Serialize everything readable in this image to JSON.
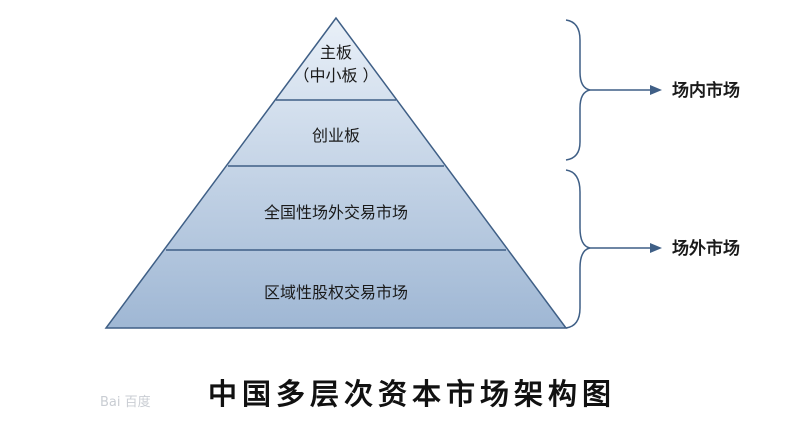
{
  "pyramid": {
    "tiers": [
      {
        "line1": "主板",
        "line2": "（中小板 ）"
      },
      {
        "line1": "创业板"
      },
      {
        "line1": "全国性场外交易市场"
      },
      {
        "line1": "区域性股权交易市场"
      }
    ],
    "colors": {
      "top": "#e9f0f8",
      "bottom": "#9fb7d4",
      "stroke": "#3f5f86"
    }
  },
  "brackets": [
    {
      "label": "场内市场"
    },
    {
      "label": "场外市场"
    }
  ],
  "caption": "中国多层次资本市场架构图",
  "watermark": "Bai 百度"
}
